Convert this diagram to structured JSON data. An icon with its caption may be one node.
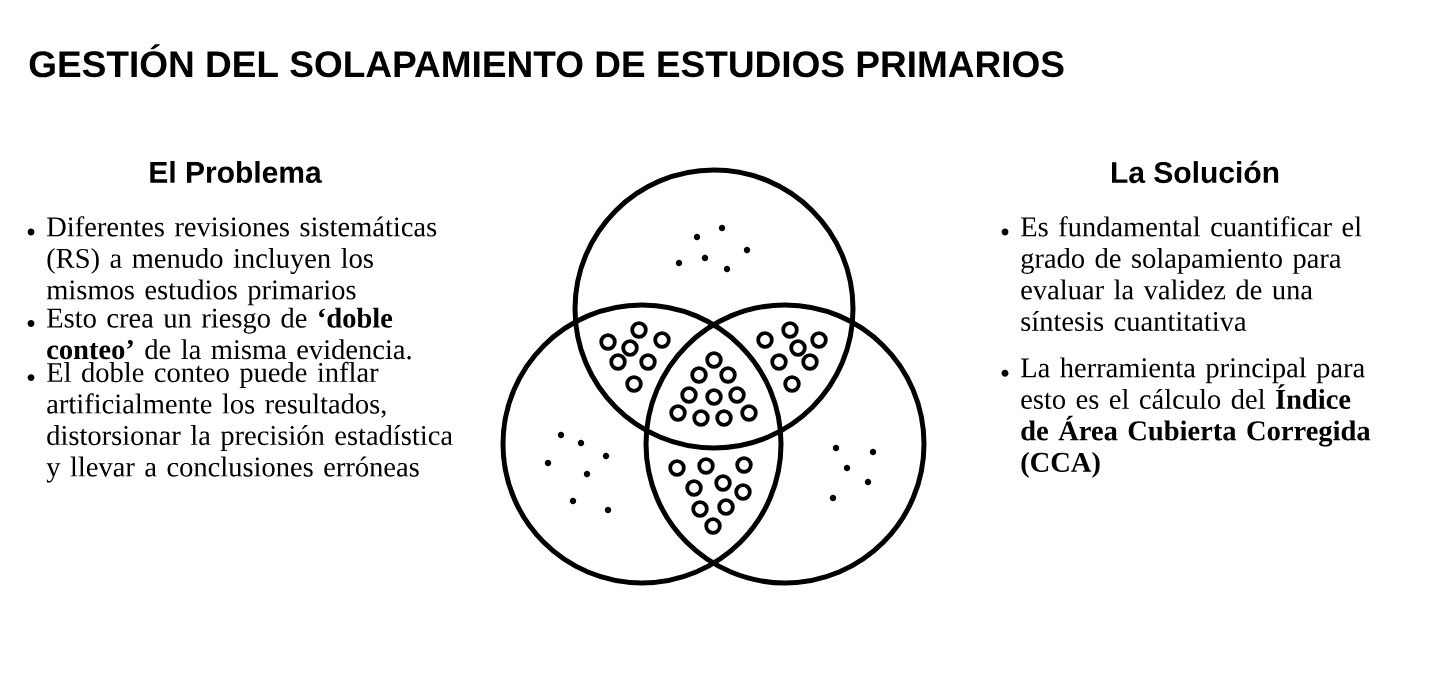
{
  "diagram": {
    "title": "GESTIÓN DEL SOLAPAMIENTO DE ESTUDIOS PRIMARIOS",
    "labels": [
      "El Problema",
      "Diferentes revisiones sistemáticas (RS) a menudo incluyen los mismos estudios primarios",
      "Esto crea un riesgo de **‘doble conteo’** de la misma evidencia.",
      "El doble conteo puede inflar artificialmente los resultados, distorsionar la precisión estadística y llevar a conclusiones erróneas",
      "La Solución",
      "Es fundamental cuantificar el grado de solapamiento para evaluar la validez de una síntesis cuantitativa",
      "La herramienta principal para esto es el cálculo del **Índice de Área Cubierta Corregida (CCA)**"
    ]
  }
}
